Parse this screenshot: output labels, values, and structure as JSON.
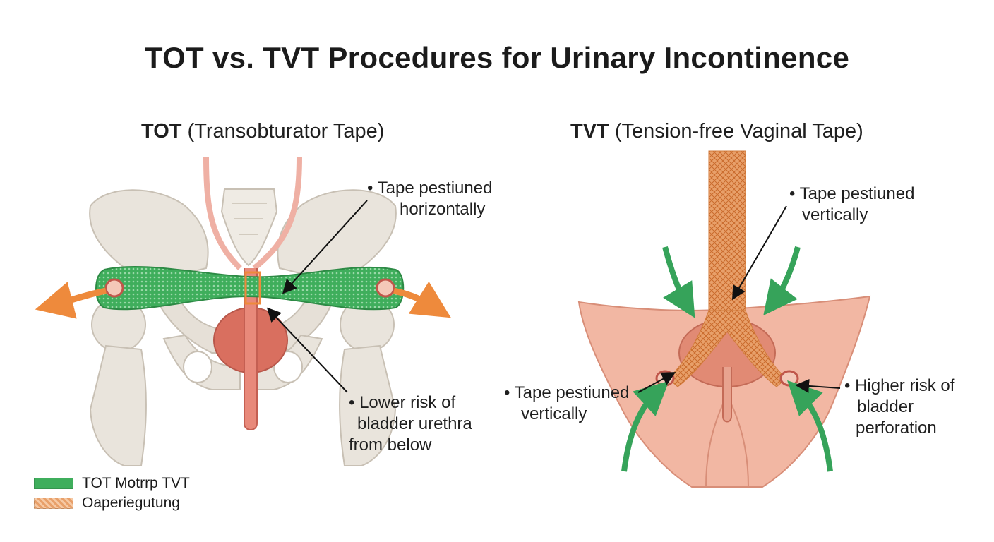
{
  "title": "TOT vs. TVT Procedures for Urinary Incontinence",
  "panels": {
    "tot": {
      "abbr": "TOT",
      "name": "(Transobturator Tape)",
      "callout_top": [
        "• Tape pestiuned",
        "horizontally"
      ],
      "callout_bottom": [
        "• Lower risk of",
        "bladder urethra",
        "from below"
      ]
    },
    "tvt": {
      "abbr": "TVT",
      "name": "(Tension-free Vaginal Tape)",
      "callout_top": [
        "• Tape pestiuned",
        "vertically"
      ],
      "callout_left": [
        "• Tape pestiuned",
        "vertically"
      ],
      "callout_right": [
        "• Higher risk of",
        "bladder",
        "perforation"
      ]
    }
  },
  "legend": [
    {
      "label": "TOT Motrrp TVT",
      "color": "#3fae5c",
      "pattern": "solid"
    },
    {
      "label": "Oaperiegutung",
      "color": "#e8a06a",
      "pattern": "mesh"
    }
  ],
  "colors": {
    "bone": "#e9e4dc",
    "bone_edge": "#c8c0b4",
    "green_tape": "#3fae5c",
    "orange_tape": "#e8a06a",
    "orange_arrow": "#ee8a3c",
    "green_arrow": "#36a35a",
    "skin": "#f2b7a3",
    "bladder": "#d96f5f"
  }
}
